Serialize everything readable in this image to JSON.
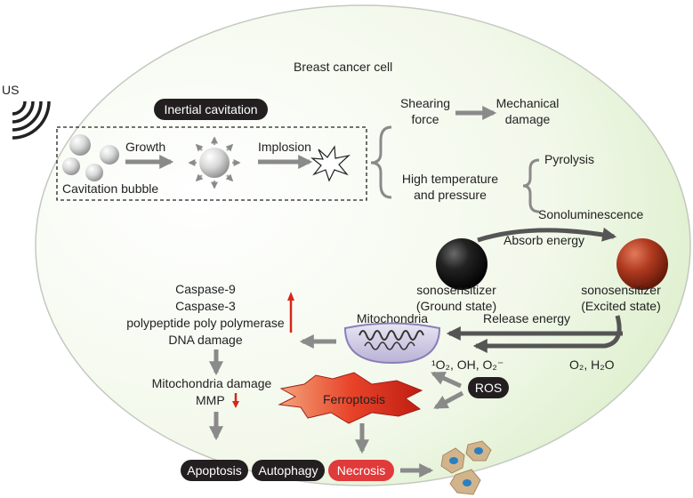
{
  "diagram": {
    "cell_label": "Breast cancer cell",
    "us_label": "US",
    "inertial_cavitation": "Inertial cavitation",
    "growth": "Growth",
    "implosion": "Implosion",
    "cavitation_bubble": "Cavitation bubble",
    "shearing_force": [
      "Shearing",
      "force"
    ],
    "mechanical_damage": [
      "Mechanical",
      "damage"
    ],
    "high_temp_pressure": [
      "High temperature",
      "and pressure"
    ],
    "pyrolysis": "Pyrolysis",
    "sonoluminescence": "Sonoluminescence",
    "absorb_energy": "Absorb energy",
    "release_energy": "Release energy",
    "sonosensitizer_ground": [
      "sonosensitizer",
      "(Ground state)"
    ],
    "sonosensitizer_excited": [
      "sonosensitizer",
      "(Excited state)"
    ],
    "caspase_list": [
      "Caspase-9",
      "Caspase-3",
      "polypeptide poly polymerase",
      "DNA damage"
    ],
    "mitochondria": "Mitochondria",
    "mito_damage": "Mitochondria damage",
    "mmp": "MMP",
    "ros_species": "¹O₂, OH, O₂⁻",
    "reactants": "O₂, H₂O",
    "ros": "ROS",
    "ferroptosis": "Ferroptosis",
    "apoptosis": "Apoptosis",
    "autophagy": "Autophagy",
    "necrosis": "Necrosis"
  },
  "colors": {
    "arrow_gray": "#8a8a8a",
    "pill_dark": "#231f20",
    "necrosis_red": "#e03a3a",
    "up_red": "#d62718",
    "ground_sphere": "#1a1a1a",
    "excited_sphere": "#b8321f",
    "cell_fill_start": "#ffffff",
    "cell_fill_end": "#d9edc6",
    "cell_border": "#c4c9c0"
  }
}
